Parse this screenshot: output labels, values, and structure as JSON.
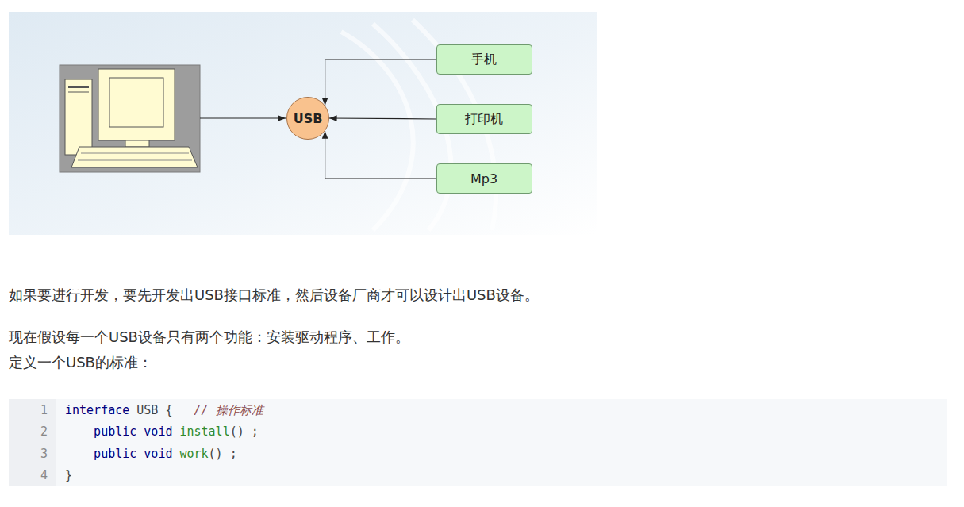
{
  "diagram": {
    "nodes": [
      {
        "text": [
          "USB"
        ]
      },
      {
        "text": [
          "手机"
        ]
      },
      {
        "text": [
          "打印机"
        ]
      },
      {
        "text": [
          "Mp3"
        ]
      }
    ],
    "edges": [
      {
        "from": 1,
        "to": 0,
        "arrow": "to"
      },
      {
        "from": 2,
        "to": 0,
        "arrow": "to"
      },
      {
        "from": 3,
        "to": 0,
        "arrow": "to"
      }
    ],
    "labels": [
      "如果要进行开发，要先开发出USB接口标准，然后设备厂商才可以设计出USB设备。",
      "现在假设每一个USB设备只有两个功能：安装驱动程序、工作。",
      "定义一个USB的标准：",
      "1",
      "2",
      "3",
      "4",
      "interface",
      "USB {",
      "// 操作标准",
      "public void",
      "install",
      "() ;",
      "public void",
      "work",
      "() ;",
      "}"
    ]
  }
}
